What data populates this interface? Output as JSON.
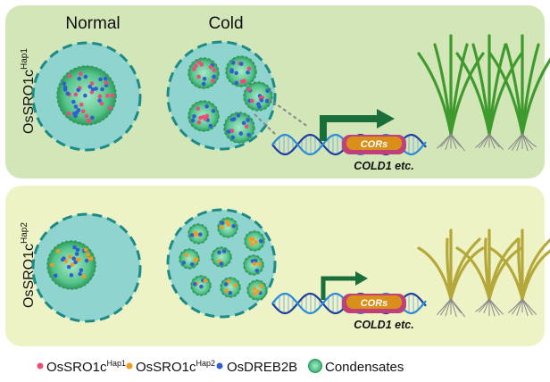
{
  "columns": {
    "normal": "Normal",
    "cold": "Cold"
  },
  "rows": [
    {
      "gene": "OsSRO1c",
      "sup": "Hap1"
    },
    {
      "gene": "OsSRO1c",
      "sup": "Hap2"
    }
  ],
  "gene_box": "CORs",
  "gene_caption": "COLD1 etc.",
  "legend": [
    {
      "label": "OsSRO1c",
      "sup": "Hap1",
      "color": "#e8507a"
    },
    {
      "label": "OsSRO1c",
      "sup": "Hap2",
      "color": "#f39a1e"
    },
    {
      "label": "OsDREB2B",
      "sup": "",
      "color": "#2f5fd0"
    },
    {
      "label": "Condensates",
      "sup": "",
      "color": "#3cb878"
    }
  ],
  "colors": {
    "panel_top": "#d3e6b8",
    "panel_bottom": "#eef3c6",
    "cell": "#8fd4cf",
    "cell_border": "#1e8a86",
    "condensate": "#55c48a",
    "arrow": "#1a6e3a",
    "plant_healthy": "#3f9a2e",
    "plant_stressed": "#b5a83a"
  }
}
